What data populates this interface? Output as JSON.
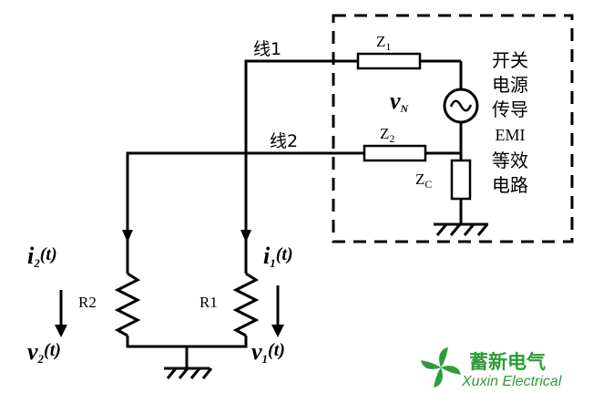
{
  "diagram": {
    "line1_label": "线1",
    "line2_label": "线2",
    "z1_label": "Z",
    "z1_sub": "1",
    "z2_label": "Z",
    "z2_sub": "2",
    "zc_label": "Z",
    "zc_sub": "C",
    "vn_label": "v",
    "vn_sub": "N",
    "box_label_lines": [
      "开关",
      "电源",
      "传导",
      "EMI",
      "等效",
      "电路"
    ],
    "r1_label": "R1",
    "r2_label": "R2",
    "i1_label": "i",
    "i1_sub": "1",
    "i1_arg": "(t)",
    "i2_label": "i",
    "i2_sub": "2",
    "i2_arg": "(t)",
    "v1_label": "v",
    "v1_sub": "1",
    "v1_arg": "(t)",
    "v2_label": "v",
    "v2_sub": "2",
    "v2_arg": "(t)"
  },
  "logo": {
    "name_cn": "蓄新电气",
    "name_en": "Xuxin Electrical",
    "color": "#2e9c3a"
  }
}
